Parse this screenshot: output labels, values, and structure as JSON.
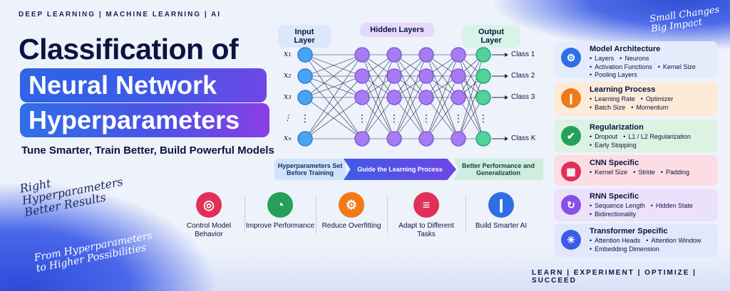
{
  "tagline_top": "DEEP LEARNING  |  MACHINE LEARNING  |  AI",
  "title": {
    "line1": "Classification of",
    "line2": "Neural Network",
    "line3": "Hyperparameters"
  },
  "subtitle": "Tune Smarter, Train Better, Build Powerful Models",
  "script_right": [
    "Right",
    "Hyperparameters",
    "Better Results"
  ],
  "script_from": [
    "From Hyperparameters",
    "to Higher Possibilities"
  ],
  "script_small": [
    "Small Changes",
    "Big Impact"
  ],
  "network": {
    "input_label": "Input Layer",
    "hidden_label": "Hidden Layers",
    "output_label": "Output Layer",
    "inputs": [
      "x₁",
      "x₂",
      "x₃",
      "⋮",
      "xₙ"
    ],
    "classes": [
      "Class 1",
      "Class 2",
      "Class 3",
      "Class K"
    ]
  },
  "process": {
    "step1": "Hyperparameters Set Before Training",
    "step2": "Guide the Learning Process",
    "step3": "Better Performance and Generalization"
  },
  "benefits": [
    {
      "label": "Control Model Behavior",
      "icon": "target-icon",
      "color": "#e0305a"
    },
    {
      "label": "Improve Performance",
      "icon": "speedometer-icon",
      "color": "#25a05a"
    },
    {
      "label": "Reduce Overfitting",
      "icon": "gear-icon",
      "color": "#f07a18"
    },
    {
      "label": "Adapt to Different Tasks",
      "icon": "database-icon",
      "color": "#e0305a"
    },
    {
      "label": "Build Smarter AI",
      "icon": "bar-chart-icon",
      "color": "#2f6ee6"
    }
  ],
  "cards": [
    {
      "title": "Model Architecture",
      "items": [
        "Layers",
        "Neurons",
        "Activation Functions",
        "Kernel Size",
        "Pooling Layers"
      ],
      "icon": "gear-icon",
      "bg": "#e4ecfb",
      "color": "#2f6ee6"
    },
    {
      "title": "Learning Process",
      "items": [
        "Learning Rate",
        "Optimizer",
        "Batch Size",
        "Momentum"
      ],
      "icon": "bar-chart-icon",
      "bg": "#fdebd9",
      "color": "#f07a18"
    },
    {
      "title": "Regularization",
      "items": [
        "Dropout",
        "L1 / L2 Regularization",
        "Early Stopping"
      ],
      "icon": "shield-icon",
      "bg": "#dcf2e2",
      "color": "#25a05a"
    },
    {
      "title": "CNN Specific",
      "items": [
        "Kernel Size",
        "Stride",
        "Padding"
      ],
      "icon": "grid-icon",
      "bg": "#fbdde3",
      "color": "#e0305a"
    },
    {
      "title": "RNN Specific",
      "items": [
        "Sequence Length",
        "Hidden State",
        "Bidirectionality"
      ],
      "icon": "cycle-icon",
      "bg": "#ebe1fb",
      "color": "#8a4fe6"
    },
    {
      "title": "Transformer Specific",
      "items": [
        "Attention Heads",
        "Attention Window",
        "Embedding Dimension"
      ],
      "icon": "network-icon",
      "bg": "#e1e8fb",
      "color": "#3b5be8"
    }
  ],
  "bottom_tag": "LEARN  |  EXPERIMENT  |  OPTIMIZE  |  SUCCEED"
}
